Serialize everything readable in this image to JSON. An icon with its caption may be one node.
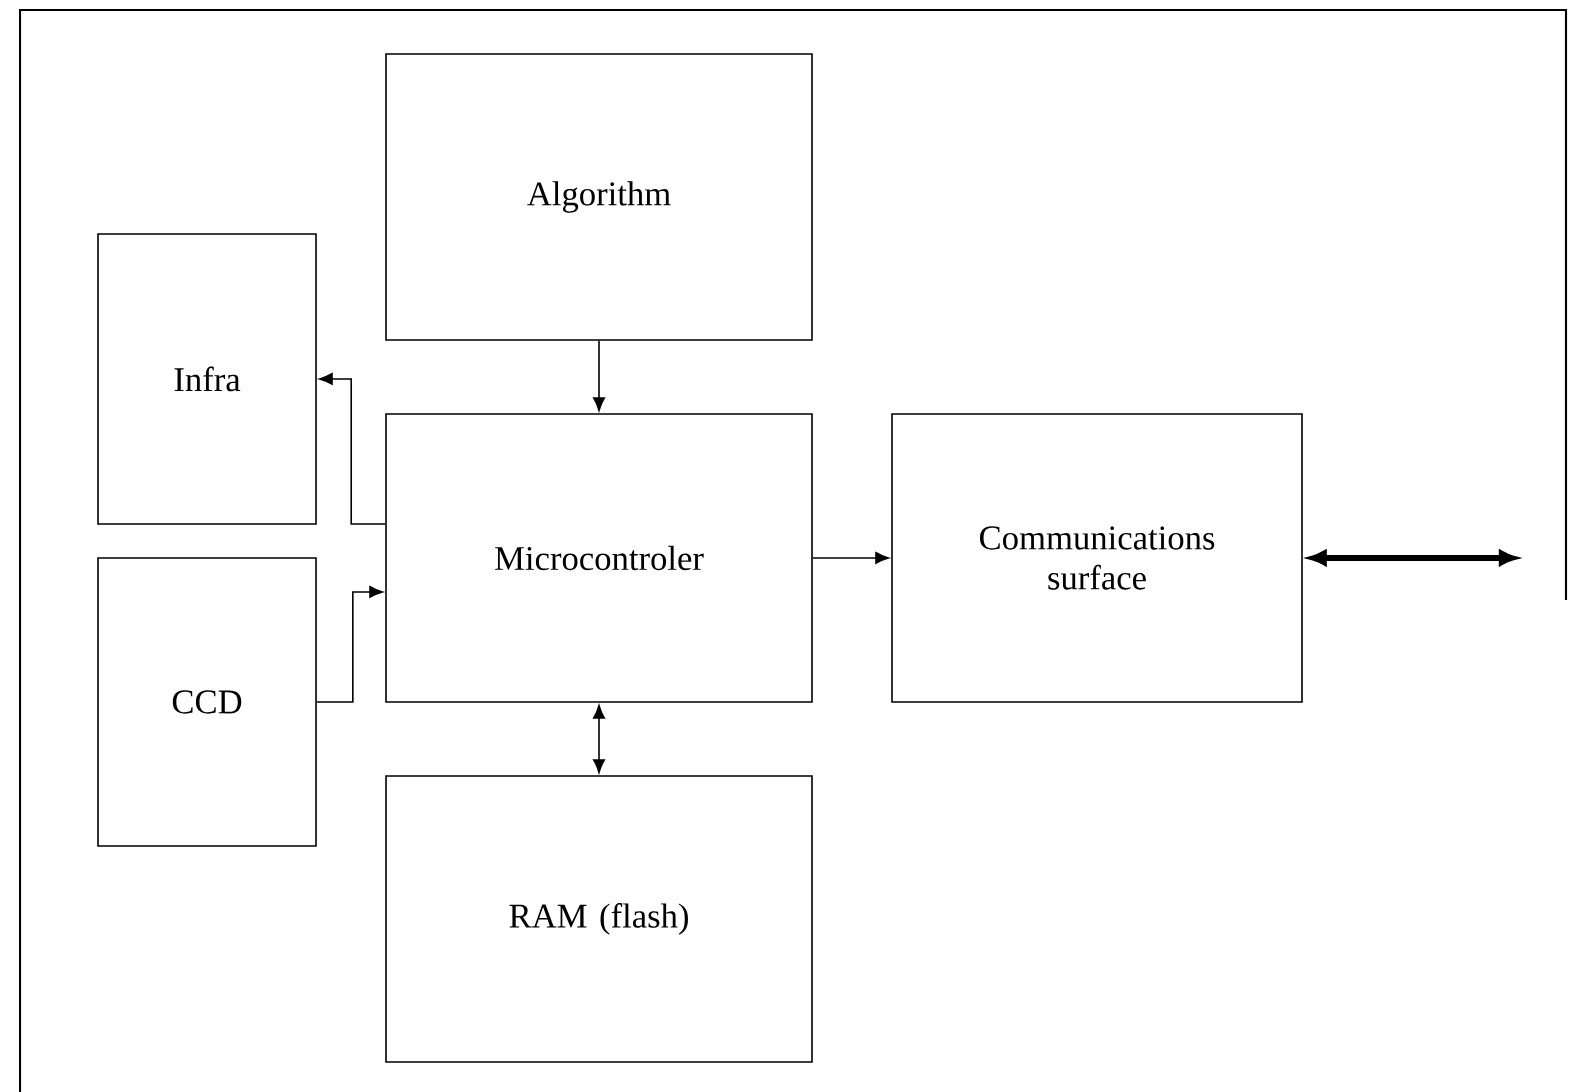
{
  "diagram": {
    "nodes": [
      {
        "text": [
          "Algorithm"
        ]
      },
      {
        "text": [
          "Infra"
        ]
      },
      {
        "text": [
          "Microcontroler"
        ]
      },
      {
        "text": [
          "Communications surface"
        ]
      },
      {
        "text": [
          "CCD"
        ]
      },
      {
        "text": [
          "RAM (flash)"
        ]
      }
    ],
    "edges": [
      {
        "from": 0,
        "to": 2,
        "arrow": "to"
      },
      {
        "from": 2,
        "to": 1,
        "arrow": "to"
      },
      {
        "from": 4,
        "to": 2,
        "arrow": "to"
      },
      {
        "from": 2,
        "to": 3,
        "arrow": "to"
      },
      {
        "from": 2,
        "to": 5,
        "arrow": "both"
      },
      {
        "from": 3,
        "to": null,
        "arrow": "both",
        "style": "thick"
      }
    ]
  }
}
